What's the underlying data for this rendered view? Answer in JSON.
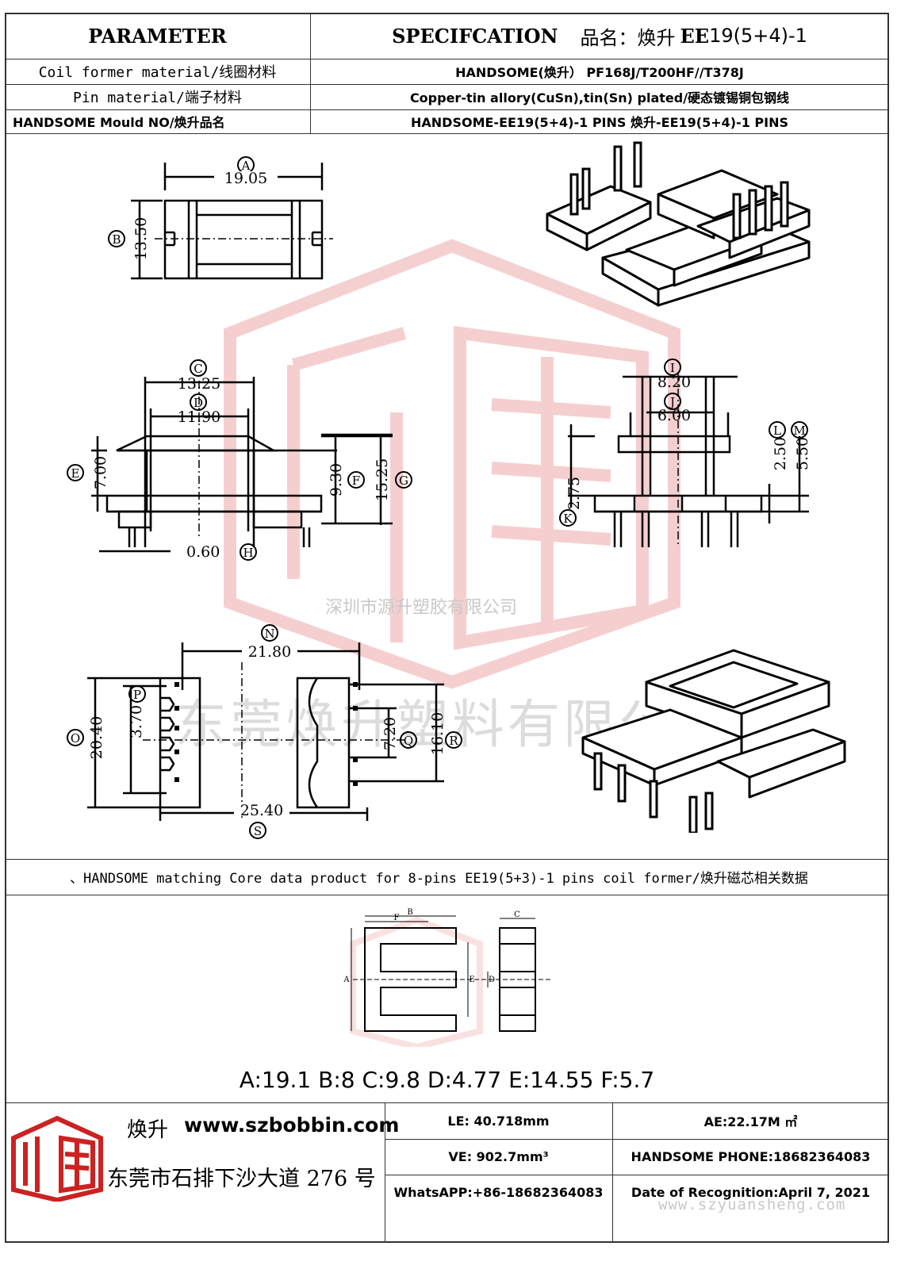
{
  "header": {
    "parameter": "PARAMETER",
    "specification": "SPECIFCATION",
    "product_name_label": "品名：焕升",
    "product_model_bold": "EE",
    "product_model_rest": "19(5+4)-1"
  },
  "rows": [
    {
      "param": "Coil former material/线圈材料",
      "value": "HANDSOME(焕升）   PF168J/T200HF//T378J"
    },
    {
      "param": "Pin material/端子材料",
      "value": "Copper-tin allory(CuSn),tin(Sn) plated/硬态镀锡铜包钢线"
    },
    {
      "param": "HANDSOME Mould NO/焕升品名",
      "value": "HANDSOME-EE19(5+4)-1 PINS    焕升-EE19(5+4)-1 PINS"
    }
  ],
  "dimensions": {
    "A": "19.05",
    "B": "13.50",
    "C": "13.25",
    "D": "11.90",
    "E": "7.00",
    "F": "9.30",
    "G": "15.25",
    "H": "0.60",
    "I": "8.20",
    "J": "6.00",
    "K": "2.75",
    "L": "2.50",
    "M": "5.50",
    "N": "21.80",
    "O": "20.40",
    "P": "3.70",
    "Q": "7.20",
    "R": "16.10",
    "S": "25.40"
  },
  "dimension_letters": [
    "A",
    "B",
    "C",
    "D",
    "E",
    "F",
    "G",
    "H",
    "I",
    "J",
    "K",
    "L",
    "M",
    "N",
    "O",
    "P",
    "Q",
    "R",
    "S"
  ],
  "watermark": {
    "company_small": "深圳市源升塑胶有限公司",
    "company_large": "东莞焕升塑料有限公司",
    "website": "www.szyuansheng.com"
  },
  "core_section": {
    "title": "、HANDSOME matching Core data  product for 8-pins EE19(5+3)-1 pins coil former/焕升磁芯相关数据",
    "core_labels": {
      "A": "A",
      "B": "B",
      "C": "C",
      "D": "D",
      "E": "E",
      "F": "F"
    },
    "core_values": "A:19.1 B:8 C:9.8 D:4.77 E:14.55 F:5.7"
  },
  "footer": {
    "brand": "焕升",
    "website": "www.szbobbin.com",
    "address": "东莞市石排下沙大道 276 号",
    "le": "LE: 40.718mm",
    "ae": "AE:22.17M ㎡",
    "ve": "VE: 902.7mm³",
    "phone": "HANDSOME PHONE:18682364083",
    "whatsapp": "WhatsAPP:+86-18682364083",
    "date": "Date of Recognition:April 7, 2021"
  }
}
